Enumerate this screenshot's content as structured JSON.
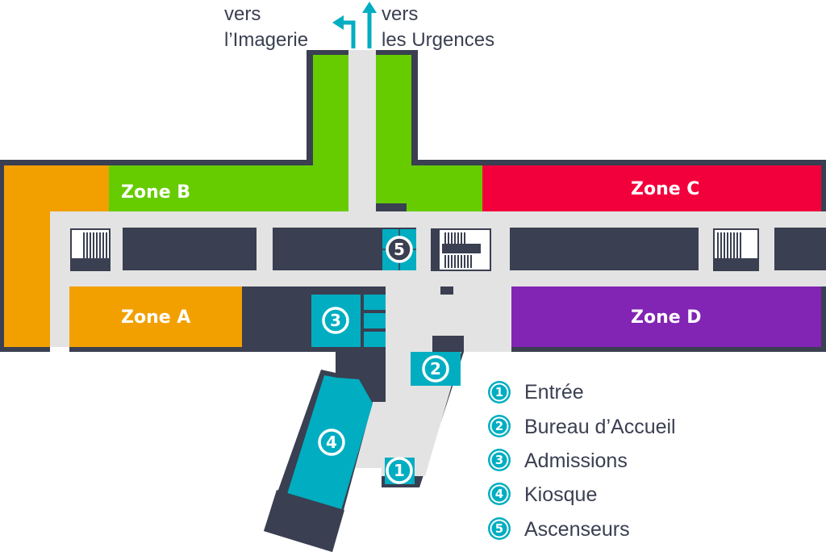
{
  "directions": {
    "imaging_line1": "vers",
    "imaging_line2": "l’Imagerie",
    "emergency_line1": "vers",
    "emergency_line2": "les Urgences"
  },
  "zones": [
    {
      "label": "Zone A",
      "color": "#f2a000"
    },
    {
      "label": "Zone B",
      "color": "#66cc00"
    },
    {
      "label": "Zone C",
      "color": "#f2003c"
    },
    {
      "label": "Zone D",
      "color": "#8224b4"
    }
  ],
  "markers": [
    "1",
    "2",
    "3",
    "4",
    "5"
  ],
  "legend": [
    {
      "num": "1",
      "label": "Entrée"
    },
    {
      "num": "2",
      "label": "Bureau d’Accueil"
    },
    {
      "num": "3",
      "label": "Admissions"
    },
    {
      "num": "4",
      "label": "Kiosque"
    },
    {
      "num": "5",
      "label": "Ascenseurs"
    }
  ],
  "colors": {
    "wall": "#3a3f51",
    "corridor": "#e3e3e3",
    "accent": "#00adc1"
  }
}
